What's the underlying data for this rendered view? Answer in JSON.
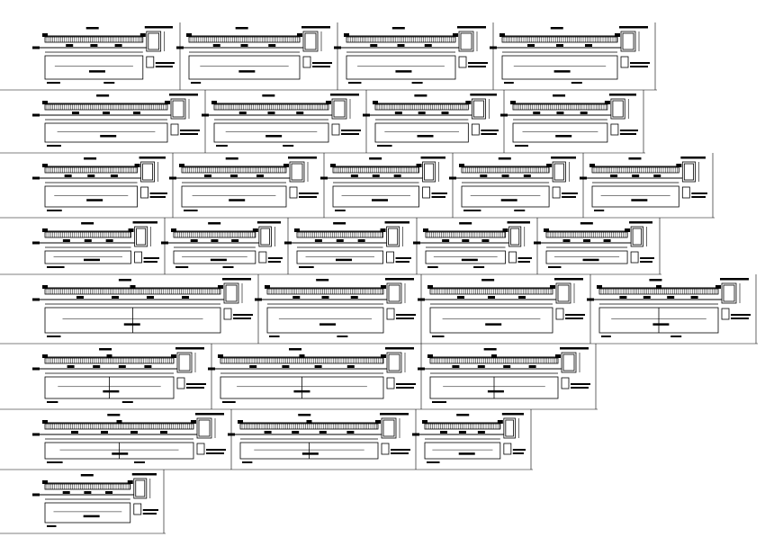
{
  "drawing": {
    "title": "",
    "rows": [
      {
        "row": 1,
        "details": [
          {
            "id": "d1",
            "spans": 1
          },
          {
            "id": "d2",
            "spans": 1
          },
          {
            "id": "d3",
            "spans": 1
          },
          {
            "id": "d4",
            "spans": 1
          }
        ]
      },
      {
        "row": 2,
        "details": [
          {
            "id": "d5",
            "spans": 1
          },
          {
            "id": "d6",
            "spans": 1
          },
          {
            "id": "d7",
            "spans": 1
          },
          {
            "id": "d8",
            "spans": 1
          }
        ]
      },
      {
        "row": 3,
        "details": [
          {
            "id": "d9",
            "spans": 1
          },
          {
            "id": "d10",
            "spans": 1
          },
          {
            "id": "d11",
            "spans": 1
          },
          {
            "id": "d12",
            "spans": 1
          },
          {
            "id": "d13",
            "spans": 1
          }
        ]
      },
      {
        "row": 4,
        "details": [
          {
            "id": "d14",
            "spans": 1
          },
          {
            "id": "d15",
            "spans": 1
          },
          {
            "id": "d16",
            "spans": 1
          },
          {
            "id": "d17",
            "spans": 1
          },
          {
            "id": "d18",
            "spans": 1
          }
        ]
      },
      {
        "row": 5,
        "details": [
          {
            "id": "d19",
            "spans": 2
          },
          {
            "id": "d20",
            "spans": 1
          },
          {
            "id": "d21",
            "spans": 1
          },
          {
            "id": "d22",
            "spans": 2
          }
        ]
      },
      {
        "row": 6,
        "details": [
          {
            "id": "d23",
            "spans": 2
          },
          {
            "id": "d24",
            "spans": 2
          },
          {
            "id": "d25",
            "spans": 2
          }
        ]
      },
      {
        "row": 7,
        "details": [
          {
            "id": "d26",
            "spans": 2
          },
          {
            "id": "d27",
            "spans": 2
          },
          {
            "id": "d28",
            "spans": 1
          }
        ]
      },
      {
        "row": 8,
        "details": [
          {
            "id": "d29",
            "spans": 1
          }
        ]
      }
    ]
  }
}
